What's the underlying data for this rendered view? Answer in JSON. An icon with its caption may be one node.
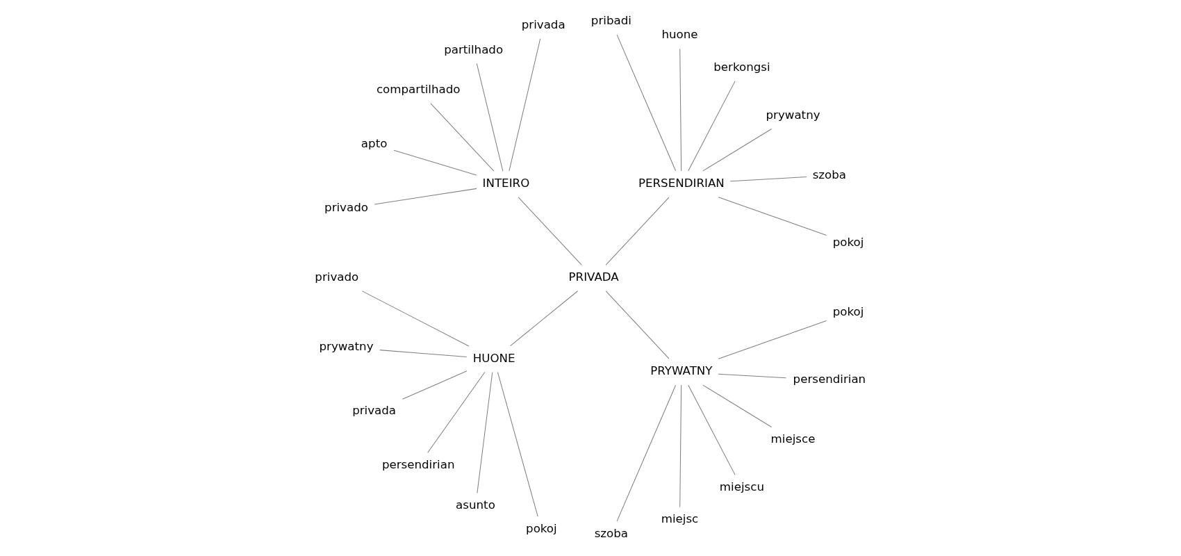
{
  "diagram": {
    "nodes": [
      {
        "text": [
          "PRIVADA"
        ]
      },
      {
        "text": [
          "PERSENDIRIAN"
        ]
      },
      {
        "text": [
          "pokoj"
        ]
      },
      {
        "text": [
          "szoba"
        ]
      },
      {
        "text": [
          "prywatny"
        ]
      },
      {
        "text": [
          "berkongsi"
        ]
      },
      {
        "text": [
          "huone"
        ]
      },
      {
        "text": [
          "pribadi"
        ]
      },
      {
        "text": [
          "INTEIRO"
        ]
      },
      {
        "text": [
          "privada"
        ]
      },
      {
        "text": [
          "partilhado"
        ]
      },
      {
        "text": [
          "compartilhado"
        ]
      },
      {
        "text": [
          "apto"
        ]
      },
      {
        "text": [
          "privado"
        ]
      },
      {
        "text": [
          "HUONE"
        ]
      },
      {
        "text": [
          "privado"
        ]
      },
      {
        "text": [
          "prywatny"
        ]
      },
      {
        "text": [
          "privada"
        ]
      },
      {
        "text": [
          "persendirian"
        ]
      },
      {
        "text": [
          "asunto"
        ]
      },
      {
        "text": [
          "pokoj"
        ]
      },
      {
        "text": [
          "PRYWATNY"
        ]
      },
      {
        "text": [
          "szoba"
        ]
      },
      {
        "text": [
          "miejsc"
        ]
      },
      {
        "text": [
          "miejscu"
        ]
      },
      {
        "text": [
          "miejsce"
        ]
      },
      {
        "text": [
          "persendirian"
        ]
      },
      {
        "text": [
          "pokoj"
        ]
      }
    ],
    "edges": [
      {
        "from": 0,
        "to": 1,
        "arrow": "none"
      },
      {
        "from": 0,
        "to": 8,
        "arrow": "none"
      },
      {
        "from": 0,
        "to": 14,
        "arrow": "none"
      },
      {
        "from": 0,
        "to": 21,
        "arrow": "none"
      },
      {
        "from": 1,
        "to": 2,
        "arrow": "none"
      },
      {
        "from": 1,
        "to": 3,
        "arrow": "none"
      },
      {
        "from": 1,
        "to": 4,
        "arrow": "none"
      },
      {
        "from": 1,
        "to": 5,
        "arrow": "none"
      },
      {
        "from": 1,
        "to": 6,
        "arrow": "none"
      },
      {
        "from": 1,
        "to": 7,
        "arrow": "none"
      },
      {
        "from": 8,
        "to": 9,
        "arrow": "none"
      },
      {
        "from": 8,
        "to": 10,
        "arrow": "none"
      },
      {
        "from": 8,
        "to": 11,
        "arrow": "none"
      },
      {
        "from": 8,
        "to": 12,
        "arrow": "none"
      },
      {
        "from": 8,
        "to": 13,
        "arrow": "none"
      },
      {
        "from": 14,
        "to": 15,
        "arrow": "none"
      },
      {
        "from": 14,
        "to": 16,
        "arrow": "none"
      },
      {
        "from": 14,
        "to": 17,
        "arrow": "none"
      },
      {
        "from": 14,
        "to": 18,
        "arrow": "none"
      },
      {
        "from": 14,
        "to": 19,
        "arrow": "none"
      },
      {
        "from": 14,
        "to": 20,
        "arrow": "none"
      },
      {
        "from": 21,
        "to": 22,
        "arrow": "none"
      },
      {
        "from": 21,
        "to": 23,
        "arrow": "none"
      },
      {
        "from": 21,
        "to": 24,
        "arrow": "none"
      },
      {
        "from": 21,
        "to": 25,
        "arrow": "none"
      },
      {
        "from": 21,
        "to": 26,
        "arrow": "none"
      },
      {
        "from": 21,
        "to": 27,
        "arrow": "none"
      }
    ]
  }
}
